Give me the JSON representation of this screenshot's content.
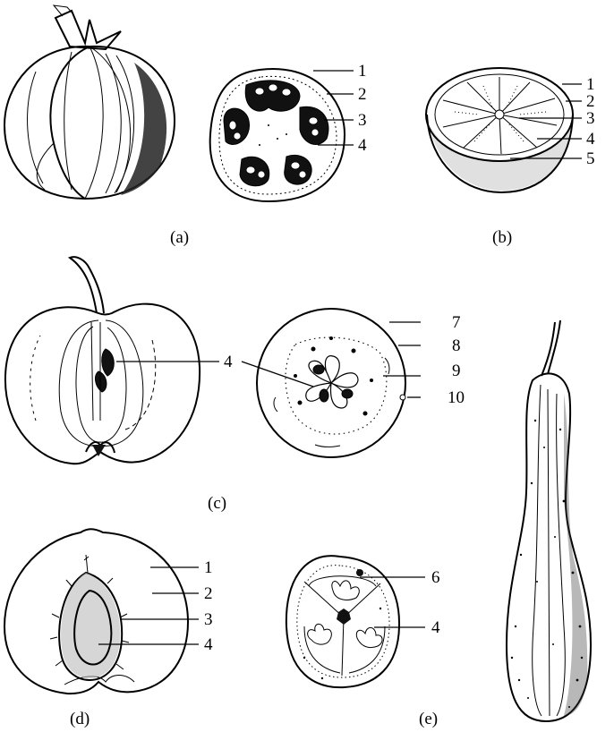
{
  "figure": {
    "panels": [
      {
        "id": "a",
        "caption": "(a)",
        "labels": [
          "1",
          "2",
          "3",
          "4"
        ]
      },
      {
        "id": "b",
        "caption": "(b)",
        "labels": [
          "1",
          "2",
          "3",
          "4",
          "5"
        ]
      },
      {
        "id": "c",
        "caption": "(c)",
        "labels": [
          "4",
          "7",
          "8",
          "9",
          "10"
        ]
      },
      {
        "id": "d",
        "caption": "(d)",
        "labels": [
          "1",
          "2",
          "3",
          "4"
        ]
      },
      {
        "id": "e",
        "caption": "(e)",
        "labels": [
          "6",
          "4"
        ]
      }
    ]
  }
}
